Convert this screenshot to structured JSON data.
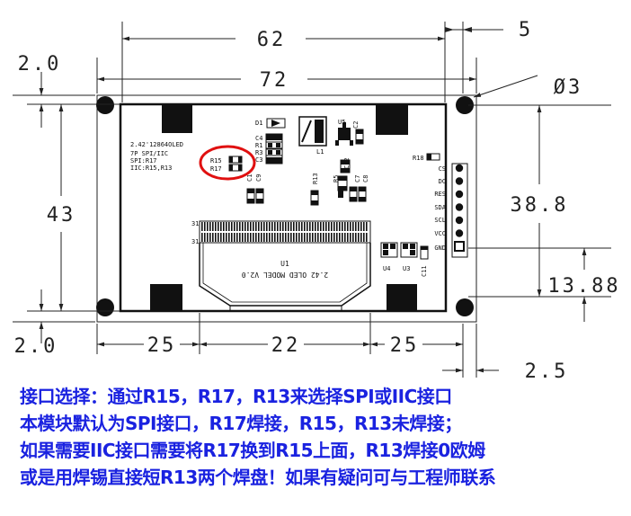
{
  "dimensions": {
    "top_62": "62",
    "top_5": "5",
    "top_72": "72",
    "hole": "Ø3",
    "left_2_0_top": "2.0",
    "left_43": "43",
    "left_2_0_bottom": "2.0",
    "right_38_8": "38.8",
    "right_13_88": "13.88",
    "bottom_25_left": "25",
    "bottom_22": "22",
    "bottom_25_right": "25",
    "bottom_2_5": "2.5"
  },
  "board": {
    "info_lines": [
      "2.42'12864OLED",
      "7P SPI/IIC",
      "SPI:R17",
      "IIC:R15,R13"
    ],
    "resistor_labels": [
      "R15",
      "R17"
    ],
    "components": [
      "D1",
      "C4",
      "R1",
      "R3",
      "C3",
      "L1",
      "U5",
      "C2",
      "C12",
      "R5",
      "C7",
      "C8",
      "R13",
      "C1",
      "C9",
      "R18",
      "U4",
      "U3",
      "C11",
      "U1"
    ],
    "flex_text": "2.42 OLED MODEL V2.0",
    "pin_marker": "31",
    "pins": [
      "CS",
      "DC",
      "RES",
      "SDA",
      "SCL",
      "VCC",
      "GND"
    ]
  },
  "notes": [
    "接口选择：通过R15，R17，R13来选择SPI或IIC接口",
    "本模块默认为SPI接口，R17焊接，R15，R13未焊接；",
    "如果需要IIC接口需要将R17换到R15上面，R13焊接0欧姆",
    "或是用焊锡直接短R13两个焊盘！如果有疑问可与工程师联系"
  ],
  "colors": {
    "notes": "#1a22e0",
    "highlight_circle": "#e01010",
    "line": "#222222"
  }
}
